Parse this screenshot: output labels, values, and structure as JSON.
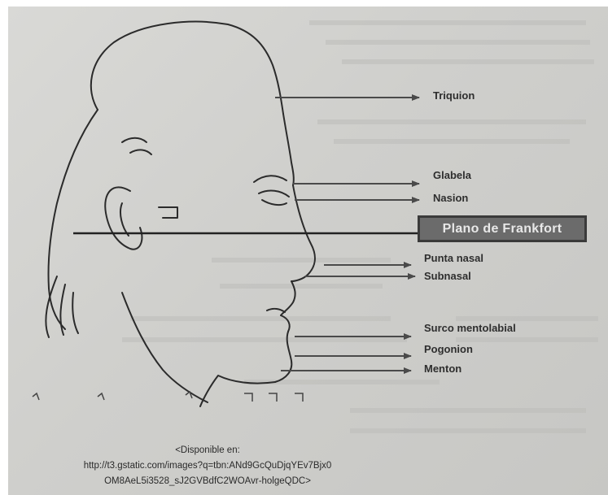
{
  "labels": {
    "triquion": "Triquion",
    "glabela": "Glabela",
    "nasion": "Nasion",
    "plano": "Plano de Frankfort",
    "punta_nasal": "Punta nasal",
    "subnasal": "Subnasal",
    "surco": "Surco mentolabial",
    "pogonion": "Pogonion",
    "menton": "Menton"
  },
  "caption": {
    "line1": "<Disponible en:",
    "line2": "http://t3.gstatic.com/images?q=tbn:ANd9GcQuDjqYEv7Bjx0",
    "line3": "OM8AeL5i3528_sJ2GVBdfC2WOAvr-holgeQDC>"
  },
  "colors": {
    "ink": "#2e2e2e",
    "paper": "#d2d2cf",
    "box_fill": "#6b6b6b"
  }
}
